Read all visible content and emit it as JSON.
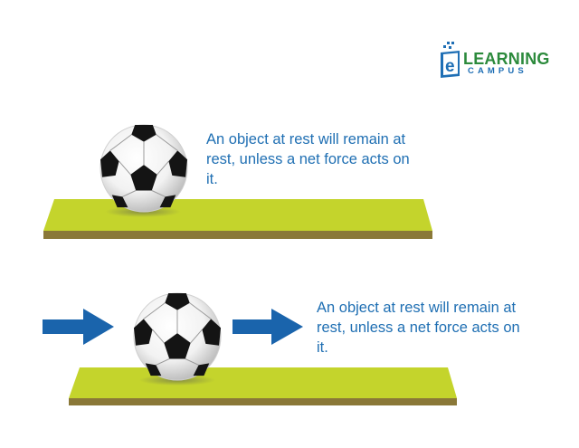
{
  "logo": {
    "letter": "e",
    "word1": "LEARNING",
    "word2": "CAMPUS",
    "colors": {
      "green": "#2c8a3c",
      "blue": "#1f6fb5"
    }
  },
  "panels": [
    {
      "caption": "An object at rest will remain at rest, unless a net force acts on it.",
      "has_force_arrows": false
    },
    {
      "caption": "An object at rest will remain at rest, unless a net force acts on it.",
      "has_force_arrows": true
    }
  ],
  "colors": {
    "platform_top": "#c4d42c",
    "platform_edge": "#8a7838",
    "arrow": "#1a64ac",
    "text": "#1f6fb3"
  }
}
